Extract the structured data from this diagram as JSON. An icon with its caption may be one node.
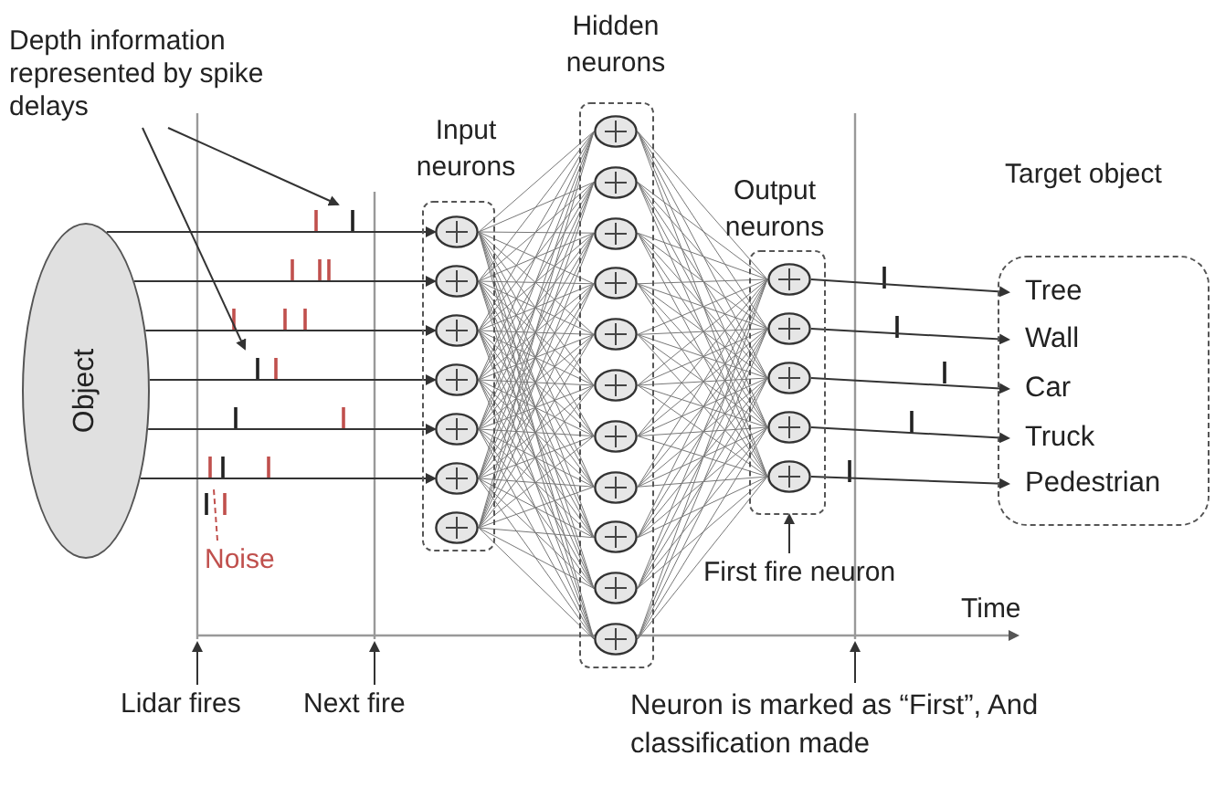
{
  "diagram": {
    "nodes": [
      {
        "text": [
          "Object"
        ]
      },
      {
        "text": [
          "Input neurons"
        ]
      },
      {
        "text": [],
        "shape": "circle",
        "in": 1
      },
      {
        "text": [],
        "shape": "circle",
        "in": 1
      },
      {
        "text": [],
        "shape": "circle",
        "in": 1
      },
      {
        "text": [],
        "shape": "circle",
        "in": 1
      },
      {
        "text": [],
        "shape": "circle",
        "in": 1
      },
      {
        "text": [],
        "shape": "circle",
        "in": 1
      },
      {
        "text": [],
        "shape": "circle",
        "in": 1
      },
      {
        "text": [
          "Hidden neurons"
        ]
      },
      {
        "text": [],
        "shape": "circle",
        "in": 9
      },
      {
        "text": [],
        "shape": "circle",
        "in": 9
      },
      {
        "text": [],
        "shape": "circle",
        "in": 9
      },
      {
        "text": [],
        "shape": "circle",
        "in": 9
      },
      {
        "text": [],
        "shape": "circle",
        "in": 9
      },
      {
        "text": [],
        "shape": "circle",
        "in": 9
      },
      {
        "text": [],
        "shape": "circle",
        "in": 9
      },
      {
        "text": [],
        "shape": "circle",
        "in": 9
      },
      {
        "text": [],
        "shape": "circle",
        "in": 9
      },
      {
        "text": [],
        "shape": "circle",
        "in": 9
      },
      {
        "text": [],
        "shape": "circle",
        "in": 9
      },
      {
        "text": [
          "Output neurons"
        ]
      },
      {
        "text": [],
        "shape": "circle",
        "in": 21
      },
      {
        "text": [],
        "shape": "circle",
        "in": 21
      },
      {
        "text": [],
        "shape": "circle",
        "in": 21
      },
      {
        "text": [],
        "shape": "circle",
        "in": 21
      },
      {
        "text": [],
        "shape": "circle",
        "in": 21
      },
      {
        "text": [
          "Target object"
        ]
      },
      {
        "text": [
          "Tree"
        ],
        "in": 27
      },
      {
        "text": [
          "Wall"
        ],
        "in": 27
      },
      {
        "text": [
          "Car"
        ],
        "in": 27
      },
      {
        "text": [
          "Truck"
        ],
        "in": 27
      },
      {
        "text": [
          "Pedestrian"
        ],
        "in": 27
      },
      {
        "text": [
          "Depth information represented by spike delays"
        ]
      },
      {
        "text": [
          "Noise"
        ]
      },
      {
        "text": [
          "First fire neuron"
        ]
      },
      {
        "text": [
          "Lidar fires"
        ]
      },
      {
        "text": [
          "Next fire"
        ]
      },
      {
        "text": [
          "Neuron is marked as “First”, And classification made"
        ]
      }
    ],
    "edges": [
      {
        "from": 0,
        "to": 2,
        "arrow": "to"
      },
      {
        "from": 0,
        "to": 3,
        "arrow": "to"
      },
      {
        "from": 0,
        "to": 4,
        "arrow": "to"
      },
      {
        "from": 0,
        "to": 5,
        "arrow": "to"
      },
      {
        "from": 0,
        "to": 6,
        "arrow": "to"
      },
      {
        "from": 0,
        "to": 7,
        "arrow": "to"
      },
      {
        "from": 2,
        "to": 10,
        "arrow": "none"
      },
      {
        "from": 2,
        "to": 11,
        "arrow": "none"
      },
      {
        "from": 2,
        "to": 12,
        "arrow": "none"
      },
      {
        "from": 2,
        "to": 13,
        "arrow": "none"
      },
      {
        "from": 2,
        "to": 14,
        "arrow": "none"
      },
      {
        "from": 2,
        "to": 15,
        "arrow": "none"
      },
      {
        "from": 2,
        "to": 16,
        "arrow": "none"
      },
      {
        "from": 2,
        "to": 17,
        "arrow": "none"
      },
      {
        "from": 2,
        "to": 18,
        "arrow": "none"
      },
      {
        "from": 2,
        "to": 19,
        "arrow": "none"
      },
      {
        "from": 2,
        "to": 20,
        "arrow": "none"
      },
      {
        "from": 3,
        "to": 10,
        "arrow": "none"
      },
      {
        "from": 3,
        "to": 11,
        "arrow": "none"
      },
      {
        "from": 3,
        "to": 12,
        "arrow": "none"
      },
      {
        "from": 3,
        "to": 13,
        "arrow": "none"
      },
      {
        "from": 3,
        "to": 14,
        "arrow": "none"
      },
      {
        "from": 3,
        "to": 15,
        "arrow": "none"
      },
      {
        "from": 3,
        "to": 16,
        "arrow": "none"
      },
      {
        "from": 3,
        "to": 17,
        "arrow": "none"
      },
      {
        "from": 3,
        "to": 18,
        "arrow": "none"
      },
      {
        "from": 3,
        "to": 19,
        "arrow": "none"
      },
      {
        "from": 3,
        "to": 20,
        "arrow": "none"
      },
      {
        "from": 4,
        "to": 10,
        "arrow": "none"
      },
      {
        "from": 4,
        "to": 11,
        "arrow": "none"
      },
      {
        "from": 4,
        "to": 12,
        "arrow": "none"
      },
      {
        "from": 4,
        "to": 13,
        "arrow": "none"
      },
      {
        "from": 4,
        "to": 14,
        "arrow": "none"
      },
      {
        "from": 4,
        "to": 15,
        "arrow": "none"
      },
      {
        "from": 4,
        "to": 16,
        "arrow": "none"
      },
      {
        "from": 4,
        "to": 17,
        "arrow": "none"
      },
      {
        "from": 4,
        "to": 18,
        "arrow": "none"
      },
      {
        "from": 4,
        "to": 19,
        "arrow": "none"
      },
      {
        "from": 4,
        "to": 20,
        "arrow": "none"
      },
      {
        "from": 5,
        "to": 10,
        "arrow": "none"
      },
      {
        "from": 5,
        "to": 11,
        "arrow": "none"
      },
      {
        "from": 5,
        "to": 12,
        "arrow": "none"
      },
      {
        "from": 5,
        "to": 13,
        "arrow": "none"
      },
      {
        "from": 5,
        "to": 14,
        "arrow": "none"
      },
      {
        "from": 5,
        "to": 15,
        "arrow": "none"
      },
      {
        "from": 5,
        "to": 16,
        "arrow": "none"
      },
      {
        "from": 5,
        "to": 17,
        "arrow": "none"
      },
      {
        "from": 5,
        "to": 18,
        "arrow": "none"
      },
      {
        "from": 5,
        "to": 19,
        "arrow": "none"
      },
      {
        "from": 5,
        "to": 20,
        "arrow": "none"
      },
      {
        "from": 6,
        "to": 10,
        "arrow": "none"
      },
      {
        "from": 6,
        "to": 11,
        "arrow": "none"
      },
      {
        "from": 6,
        "to": 12,
        "arrow": "none"
      },
      {
        "from": 6,
        "to": 13,
        "arrow": "none"
      },
      {
        "from": 6,
        "to": 14,
        "arrow": "none"
      },
      {
        "from": 6,
        "to": 15,
        "arrow": "none"
      },
      {
        "from": 6,
        "to": 16,
        "arrow": "none"
      },
      {
        "from": 6,
        "to": 17,
        "arrow": "none"
      },
      {
        "from": 6,
        "to": 18,
        "arrow": "none"
      },
      {
        "from": 6,
        "to": 19,
        "arrow": "none"
      },
      {
        "from": 6,
        "to": 20,
        "arrow": "none"
      },
      {
        "from": 7,
        "to": 10,
        "arrow": "none"
      },
      {
        "from": 7,
        "to": 11,
        "arrow": "none"
      },
      {
        "from": 7,
        "to": 12,
        "arrow": "none"
      },
      {
        "from": 7,
        "to": 13,
        "arrow": "none"
      },
      {
        "from": 7,
        "to": 14,
        "arrow": "none"
      },
      {
        "from": 7,
        "to": 15,
        "arrow": "none"
      },
      {
        "from": 7,
        "to": 16,
        "arrow": "none"
      },
      {
        "from": 7,
        "to": 17,
        "arrow": "none"
      },
      {
        "from": 7,
        "to": 18,
        "arrow": "none"
      },
      {
        "from": 7,
        "to": 19,
        "arrow": "none"
      },
      {
        "from": 7,
        "to": 20,
        "arrow": "none"
      },
      {
        "from": 8,
        "to": 10,
        "arrow": "none"
      },
      {
        "from": 8,
        "to": 11,
        "arrow": "none"
      },
      {
        "from": 8,
        "to": 12,
        "arrow": "none"
      },
      {
        "from": 8,
        "to": 13,
        "arrow": "none"
      },
      {
        "from": 8,
        "to": 14,
        "arrow": "none"
      },
      {
        "from": 8,
        "to": 15,
        "arrow": "none"
      },
      {
        "from": 8,
        "to": 16,
        "arrow": "none"
      },
      {
        "from": 8,
        "to": 17,
        "arrow": "none"
      },
      {
        "from": 8,
        "to": 18,
        "arrow": "none"
      },
      {
        "from": 8,
        "to": 19,
        "arrow": "none"
      },
      {
        "from": 8,
        "to": 20,
        "arrow": "none"
      },
      {
        "from": 10,
        "to": 22,
        "arrow": "none"
      },
      {
        "from": 10,
        "to": 23,
        "arrow": "none"
      },
      {
        "from": 10,
        "to": 24,
        "arrow": "none"
      },
      {
        "from": 10,
        "to": 25,
        "arrow": "none"
      },
      {
        "from": 10,
        "to": 26,
        "arrow": "none"
      },
      {
        "from": 11,
        "to": 22,
        "arrow": "none"
      },
      {
        "from": 11,
        "to": 23,
        "arrow": "none"
      },
      {
        "from": 11,
        "to": 24,
        "arrow": "none"
      },
      {
        "from": 11,
        "to": 25,
        "arrow": "none"
      },
      {
        "from": 11,
        "to": 26,
        "arrow": "none"
      },
      {
        "from": 12,
        "to": 22,
        "arrow": "none"
      },
      {
        "from": 12,
        "to": 23,
        "arrow": "none"
      },
      {
        "from": 12,
        "to": 24,
        "arrow": "none"
      },
      {
        "from": 12,
        "to": 25,
        "arrow": "none"
      },
      {
        "from": 12,
        "to": 26,
        "arrow": "none"
      },
      {
        "from": 13,
        "to": 22,
        "arrow": "none"
      },
      {
        "from": 13,
        "to": 23,
        "arrow": "none"
      },
      {
        "from": 13,
        "to": 24,
        "arrow": "none"
      },
      {
        "from": 13,
        "to": 25,
        "arrow": "none"
      },
      {
        "from": 13,
        "to": 26,
        "arrow": "none"
      },
      {
        "from": 14,
        "to": 22,
        "arrow": "none"
      },
      {
        "from": 14,
        "to": 23,
        "arrow": "none"
      },
      {
        "from": 14,
        "to": 24,
        "arrow": "none"
      },
      {
        "from": 14,
        "to": 25,
        "arrow": "none"
      },
      {
        "from": 14,
        "to": 26,
        "arrow": "none"
      },
      {
        "from": 15,
        "to": 22,
        "arrow": "none"
      },
      {
        "from": 15,
        "to": 23,
        "arrow": "none"
      },
      {
        "from": 15,
        "to": 24,
        "arrow": "none"
      },
      {
        "from": 15,
        "to": 25,
        "arrow": "none"
      },
      {
        "from": 15,
        "to": 26,
        "arrow": "none"
      },
      {
        "from": 16,
        "to": 22,
        "arrow": "none"
      },
      {
        "from": 16,
        "to": 23,
        "arrow": "none"
      },
      {
        "from": 16,
        "to": 24,
        "arrow": "none"
      },
      {
        "from": 16,
        "to": 25,
        "arrow": "none"
      },
      {
        "from": 16,
        "to": 26,
        "arrow": "none"
      },
      {
        "from": 17,
        "to": 22,
        "arrow": "none"
      },
      {
        "from": 17,
        "to": 23,
        "arrow": "none"
      },
      {
        "from": 17,
        "to": 24,
        "arrow": "none"
      },
      {
        "from": 17,
        "to": 25,
        "arrow": "none"
      },
      {
        "from": 17,
        "to": 26,
        "arrow": "none"
      },
      {
        "from": 18,
        "to": 22,
        "arrow": "none"
      },
      {
        "from": 18,
        "to": 23,
        "arrow": "none"
      },
      {
        "from": 18,
        "to": 24,
        "arrow": "none"
      },
      {
        "from": 18,
        "to": 25,
        "arrow": "none"
      },
      {
        "from": 18,
        "to": 26,
        "arrow": "none"
      },
      {
        "from": 19,
        "to": 22,
        "arrow": "none"
      },
      {
        "from": 19,
        "to": 23,
        "arrow": "none"
      },
      {
        "from": 19,
        "to": 24,
        "arrow": "none"
      },
      {
        "from": 19,
        "to": 25,
        "arrow": "none"
      },
      {
        "from": 19,
        "to": 26,
        "arrow": "none"
      },
      {
        "from": 20,
        "to": 22,
        "arrow": "none"
      },
      {
        "from": 20,
        "to": 23,
        "arrow": "none"
      },
      {
        "from": 20,
        "to": 24,
        "arrow": "none"
      },
      {
        "from": 20,
        "to": 25,
        "arrow": "none"
      },
      {
        "from": 20,
        "to": 26,
        "arrow": "none"
      },
      {
        "from": 22,
        "to": 28,
        "arrow": "to"
      },
      {
        "from": 23,
        "to": 29,
        "arrow": "to"
      },
      {
        "from": 24,
        "to": 30,
        "arrow": "to"
      },
      {
        "from": 25,
        "to": 31,
        "arrow": "to"
      },
      {
        "from": 26,
        "to": 32,
        "arrow": "to"
      },
      {
        "from": 33,
        "to": null,
        "arrow": "to"
      },
      {
        "from": 33,
        "to": null,
        "arrow": "to"
      },
      {
        "from": 34,
        "to": null,
        "arrow": "none",
        "style": "dashed",
        "color": "#c0504d"
      },
      {
        "from": 35,
        "to": 21,
        "arrow": "to"
      },
      {
        "from": 36,
        "to": null,
        "arrow": "to"
      },
      {
        "from": 37,
        "to": null,
        "arrow": "to"
      },
      {
        "from": 38,
        "to": null,
        "arrow": "to"
      }
    ],
    "labels": [
      "Time"
    ]
  }
}
